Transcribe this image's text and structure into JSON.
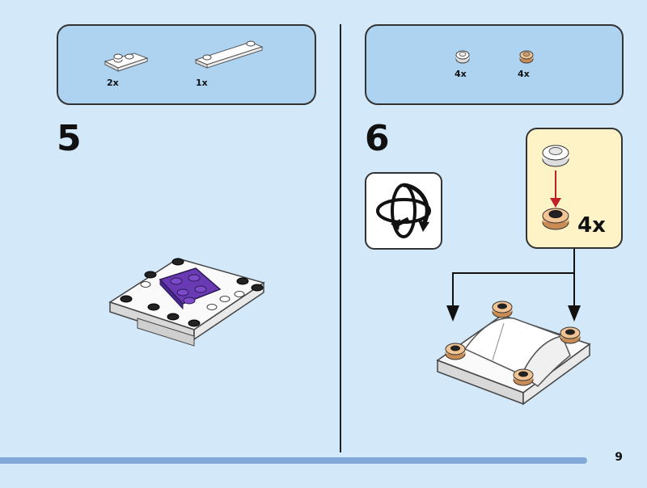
{
  "page": {
    "number": "9"
  },
  "left_step": {
    "number": "5",
    "parts": [
      {
        "name": "plate 1x2 white",
        "qty": "2x",
        "icon": "plate-1x2-icon"
      },
      {
        "name": "plate 1x4 white",
        "qty": "1x",
        "icon": "plate-1x4-icon"
      }
    ]
  },
  "right_step": {
    "number": "6",
    "parts": [
      {
        "name": "round plate white",
        "qty": "4x",
        "icon": "round-plate-white-icon"
      },
      {
        "name": "round plate tan",
        "qty": "4x",
        "icon": "round-plate-tan-icon"
      }
    ],
    "callout": {
      "qty": "4x"
    }
  },
  "colors": {
    "page_bg": "#d3e8f9",
    "parts_bg": "#aed3f1",
    "callout_bg": "#fdf3c7",
    "accent_red": "#c0202a",
    "purple": "#6a3ab5",
    "tan": "#e8b27e"
  }
}
